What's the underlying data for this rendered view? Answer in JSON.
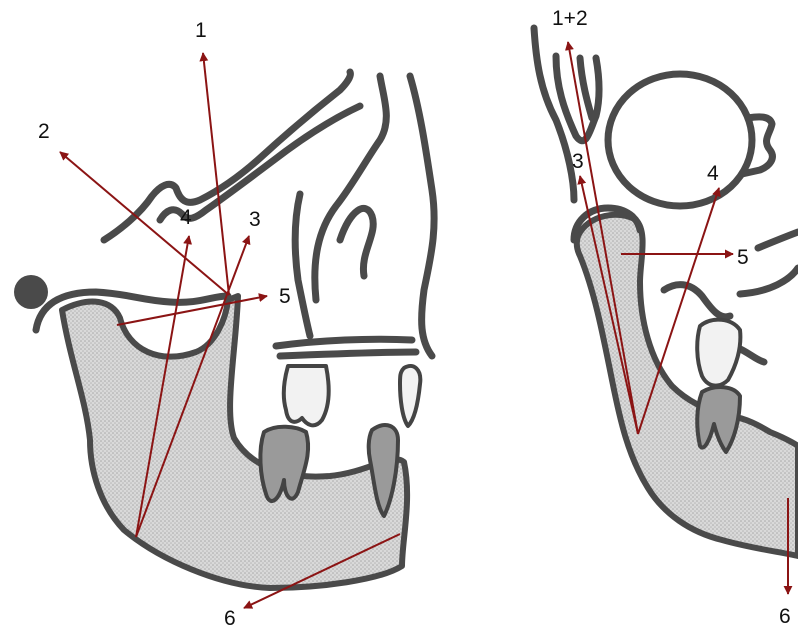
{
  "colors": {
    "vector": "#8b1414",
    "outline": "#4a4a4a",
    "bone_fill": "#d6d6d6"
  },
  "left_view": {
    "labels": {
      "v1": "1",
      "v2": "2",
      "v3": "3",
      "v4": "4",
      "v5": "5",
      "v6": "6"
    }
  },
  "right_view": {
    "labels": {
      "v12": "1+2",
      "v3": "3",
      "v4": "4",
      "v5": "5",
      "v6": "6"
    }
  }
}
